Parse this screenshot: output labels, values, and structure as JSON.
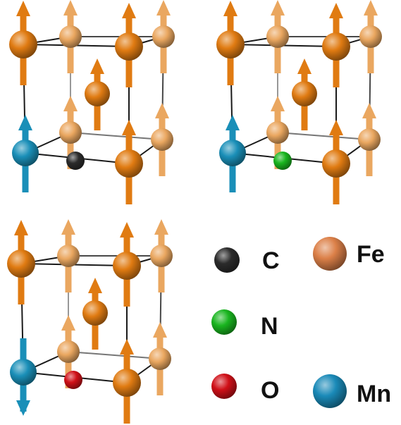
{
  "colors": {
    "fe_dark": "#e07b12",
    "fe_light": "#eaa760",
    "mn": "#1a8fb8",
    "c": "#2b2b2b",
    "n": "#19b51f",
    "o": "#d01018",
    "fe_legend": "#dc8048",
    "mn_legend": "#1a8ab8",
    "cell_line": "#1a1a1a"
  },
  "panels": [
    {
      "name": "panel-carbon",
      "center_element": "C",
      "mn_spin": "up"
    },
    {
      "name": "panel-nitrogen",
      "center_element": "N",
      "mn_spin": "up"
    },
    {
      "name": "panel-oxygen",
      "center_element": "O",
      "mn_spin": "down"
    }
  ],
  "legend": {
    "items": [
      {
        "key": "c",
        "label": "C"
      },
      {
        "key": "n",
        "label": "N"
      },
      {
        "key": "o",
        "label": "O"
      },
      {
        "key": "fe",
        "label": "Fe"
      },
      {
        "key": "mn",
        "label": "Mn"
      }
    ]
  }
}
